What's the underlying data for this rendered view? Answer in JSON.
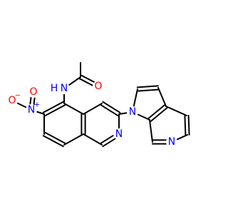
{
  "molecule": {
    "colors": {
      "bond": "#000000",
      "nitrogen": "#0000ff",
      "oxygen": "#ff0000",
      "carbon": "#000000"
    },
    "atoms": {
      "amide_n": {
        "text": "N",
        "element": "N"
      },
      "amide_h": {
        "text": "H",
        "element": "N"
      },
      "carbonyl_o": {
        "text": "O",
        "element": "O"
      },
      "nitro_n": {
        "text": "N",
        "element": "N",
        "charge": "+"
      },
      "nitro_o_minus": {
        "text": "O",
        "element": "O",
        "charge": "−"
      },
      "nitro_o": {
        "text": "O",
        "element": "O"
      },
      "isoquinoline_n": {
        "text": "N",
        "element": "N"
      },
      "pyrrole_n": {
        "text": "N",
        "element": "N"
      },
      "pyridine_n": {
        "text": "N",
        "element": "N"
      }
    }
  }
}
